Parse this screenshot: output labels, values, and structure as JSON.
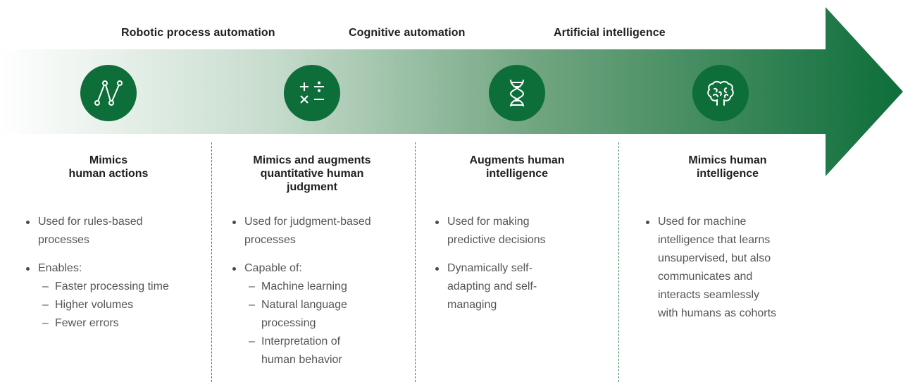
{
  "stages": [
    {
      "label": "Robotic process automation"
    },
    {
      "label": "Cognitive automation"
    },
    {
      "label": "Artificial intelligence"
    }
  ],
  "colors": {
    "arrow_start": "#ffffff",
    "arrow_end": "#0d6e3a",
    "icon_bg": "#0d6e3a",
    "divider": "#2e8a52"
  },
  "columns": [
    {
      "icon": "node-graph-icon",
      "title": [
        "Mimics",
        "human actions"
      ],
      "bullets": [
        {
          "lines": [
            "Used for rules-based",
            "processes"
          ]
        },
        {
          "lines": [
            "Enables:"
          ],
          "subs": [
            [
              "Faster processing time"
            ],
            [
              "Higher volumes"
            ],
            [
              "Fewer errors"
            ]
          ]
        }
      ]
    },
    {
      "icon": "math-operators-icon",
      "title": [
        "Mimics and augments",
        "quantitative human",
        "judgment"
      ],
      "bullets": [
        {
          "lines": [
            "Used for judgment-based",
            "processes"
          ]
        },
        {
          "lines": [
            "Capable of:"
          ],
          "subs": [
            [
              "Machine learning"
            ],
            [
              "Natural language",
              "processing"
            ],
            [
              "Interpretation of",
              "human behavior"
            ]
          ]
        }
      ]
    },
    {
      "icon": "dna-icon",
      "title": [
        "Augments human",
        "intelligence"
      ],
      "bullets": [
        {
          "lines": [
            "Used for making",
            "predictive decisions"
          ]
        },
        {
          "lines": [
            "Dynamically self-",
            "adapting and self-",
            "managing"
          ]
        }
      ]
    },
    {
      "icon": "brain-icon",
      "title": [
        "Mimics human",
        "intelligence"
      ],
      "bullets": [
        {
          "lines": [
            "Used for machine",
            "intelligence that learns",
            "unsupervised, but also",
            "communicates and",
            "interacts seamlessly",
            "with humans as cohorts"
          ]
        }
      ]
    }
  ]
}
